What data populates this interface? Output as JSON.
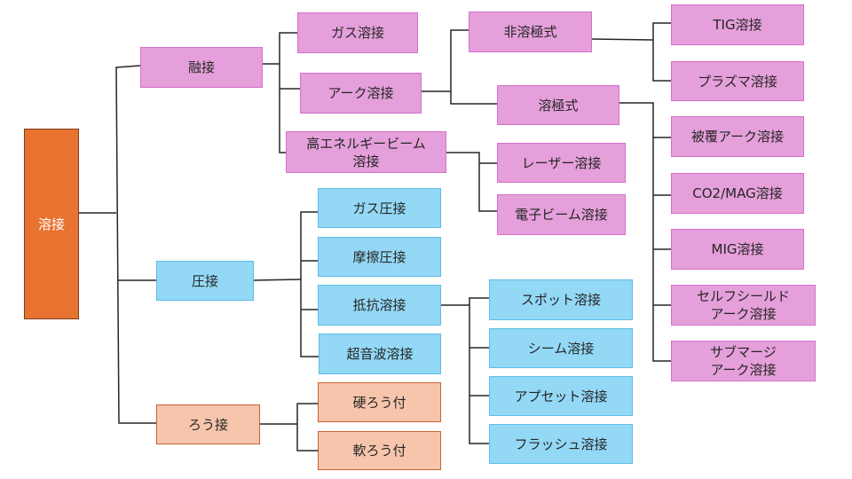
{
  "diagram": {
    "title": "溶接",
    "colors": {
      "root": "#E8722F",
      "fusion": "#E59FDA",
      "pressure": "#93D8F5",
      "brazing": "#F6C5AC",
      "line": "#262626"
    },
    "root": {
      "label": "溶接"
    },
    "categories": {
      "fusion": {
        "label": "融接"
      },
      "pressure": {
        "label": "圧接"
      },
      "brazing": {
        "label": "ろう接"
      }
    },
    "fusion": {
      "gas": {
        "label": "ガス溶接"
      },
      "arc": {
        "label": "アーク溶接"
      },
      "high_energy": {
        "label": "高エネルギービーム\n溶接"
      },
      "non_consumable": {
        "label": "非溶極式"
      },
      "consumable": {
        "label": "溶極式"
      },
      "tig": {
        "label": "TIG溶接"
      },
      "plasma": {
        "label": "プラズマ溶接"
      },
      "covered_arc": {
        "label": "被覆アーク溶接"
      },
      "co2_mag": {
        "label": "CO2/MAG溶接"
      },
      "mig": {
        "label": "MIG溶接"
      },
      "self_shield": {
        "label": "セルフシールド\nアーク溶接"
      },
      "submerged": {
        "label": "サブマージ\nアーク溶接"
      },
      "laser": {
        "label": "レーザー溶接"
      },
      "electron_beam": {
        "label": "電子ビーム溶接"
      }
    },
    "pressure": {
      "gas_pressure": {
        "label": "ガス圧接"
      },
      "friction": {
        "label": "摩擦圧接"
      },
      "resistance": {
        "label": "抵抗溶接"
      },
      "ultrasonic": {
        "label": "超音波溶接"
      },
      "spot": {
        "label": "スポット溶接"
      },
      "seam": {
        "label": "シーム溶接"
      },
      "upset": {
        "label": "アプセット溶接"
      },
      "flash": {
        "label": "フラッシュ溶接"
      }
    },
    "brazing": {
      "hard": {
        "label": "硬ろう付"
      },
      "soft": {
        "label": "軟ろう付"
      }
    }
  }
}
